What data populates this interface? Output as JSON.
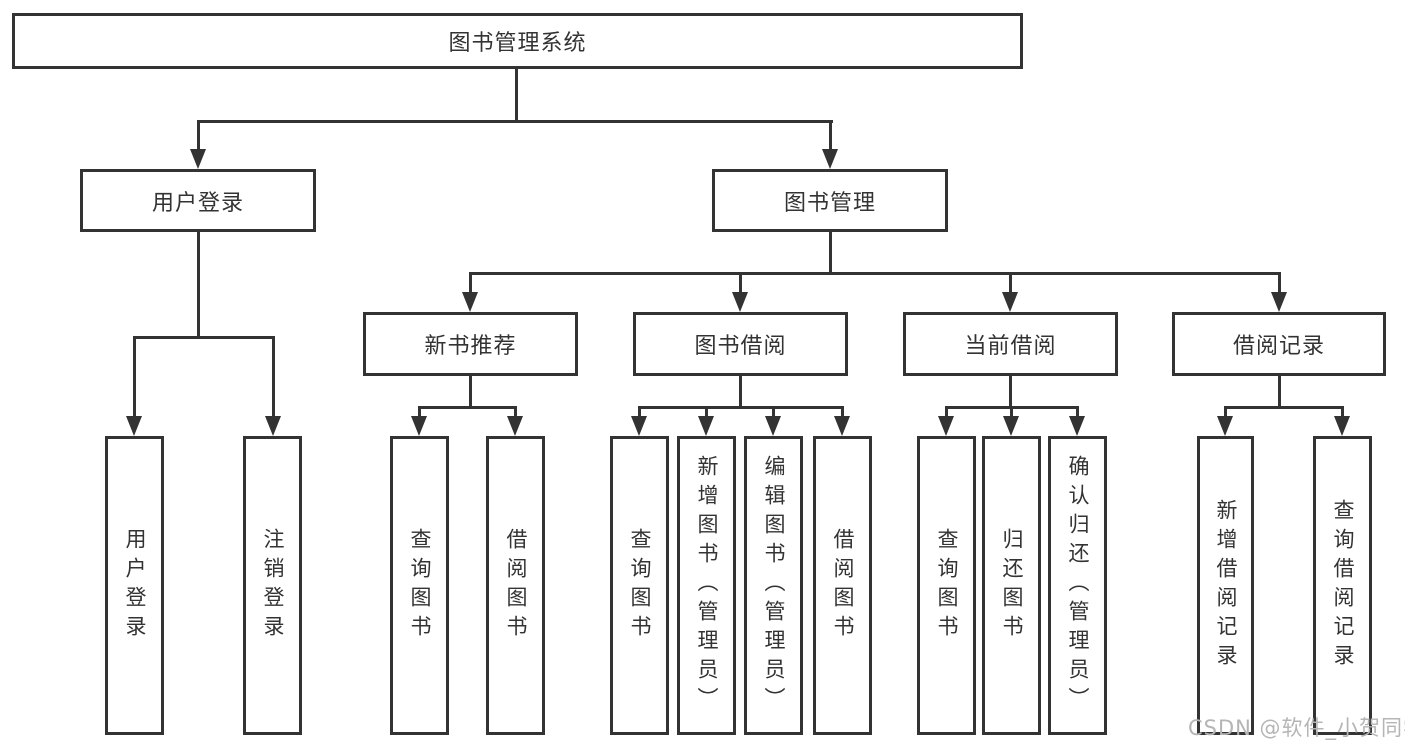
{
  "diagram": {
    "root": {
      "label": "图书管理系统"
    },
    "level2": [
      {
        "id": "user-login",
        "label": "用户登录"
      },
      {
        "id": "book-management",
        "label": "图书管理"
      }
    ],
    "level3": [
      {
        "id": "new-book-recommend",
        "label": "新书推荐",
        "parent": "图书管理"
      },
      {
        "id": "book-borrow",
        "label": "图书借阅",
        "parent": "图书管理"
      },
      {
        "id": "current-borrow",
        "label": "当前借阅",
        "parent": "图书管理"
      },
      {
        "id": "borrow-record",
        "label": "借阅记录",
        "parent": "图书管理"
      }
    ],
    "leaves": [
      {
        "parent": "用户登录",
        "label": "用户登录"
      },
      {
        "parent": "用户登录",
        "label": "注销登录"
      },
      {
        "parent": "新书推荐",
        "label": "查询图书"
      },
      {
        "parent": "新书推荐",
        "label": "借阅图书"
      },
      {
        "parent": "图书借阅",
        "label": "查询图书"
      },
      {
        "parent": "图书借阅",
        "label": "新增图书（管理员）"
      },
      {
        "parent": "图书借阅",
        "label": "编辑图书（管理员）"
      },
      {
        "parent": "图书借阅",
        "label": "借阅图书"
      },
      {
        "parent": "当前借阅",
        "label": "查询图书"
      },
      {
        "parent": "当前借阅",
        "label": "归还图书"
      },
      {
        "parent": "当前借阅",
        "label": "确认归还（管理员）"
      },
      {
        "parent": "借阅记录",
        "label": "新增借阅记录"
      },
      {
        "parent": "借阅记录",
        "label": "查询借阅记录"
      }
    ]
  },
  "watermark": {
    "text": "CSDN @软件_小贺同学"
  },
  "colors": {
    "line": "#333333",
    "text": "#333333",
    "background": "#ffffff",
    "watermark": "#b5b5b5"
  }
}
